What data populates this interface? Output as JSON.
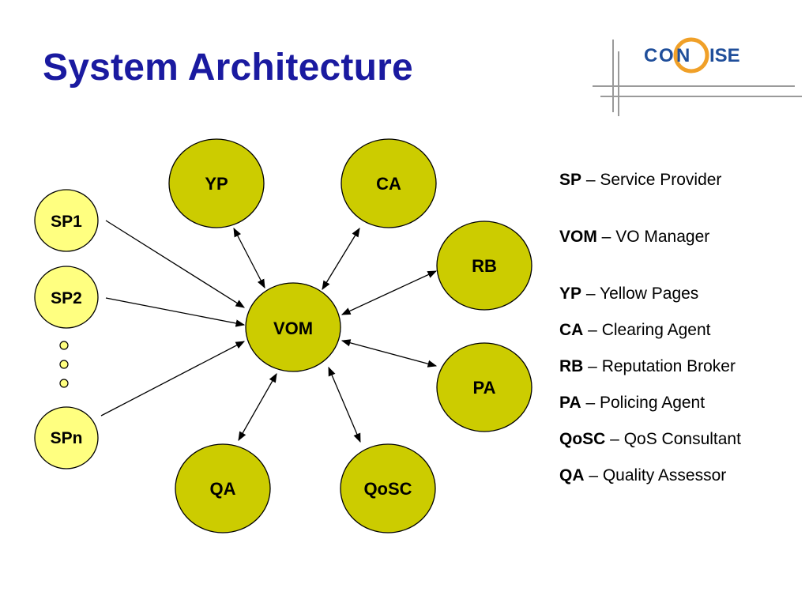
{
  "slide": {
    "title": "System Architecture"
  },
  "logo": {
    "text_left": "C",
    "text_o": "O",
    "text_n": "N",
    "text_right": "ISE",
    "colors": {
      "text": "#1f4e9a",
      "ring": "#f0a028"
    }
  },
  "nodes": {
    "sp1": "SP1",
    "sp2": "SP2",
    "spn": "SPn",
    "vom": "VOM",
    "yp": "YP",
    "ca": "CA",
    "rb": "RB",
    "pa": "PA",
    "qa": "QA",
    "qosc": "QoSC"
  },
  "colors": {
    "sp_fill": "#ffff80",
    "service_fill": "#cccc00",
    "title": "#1a1aa0",
    "edge": "#000000"
  },
  "legend": [
    {
      "abbr": "SP",
      "desc": " – Service Provider"
    },
    {
      "abbr": "VOM",
      "desc": " – VO Manager"
    },
    {
      "abbr": "YP",
      "desc": " – Yellow Pages"
    },
    {
      "abbr": "CA",
      "desc": " – Clearing Agent"
    },
    {
      "abbr": "RB",
      "desc": " – Reputation Broker"
    },
    {
      "abbr": "PA",
      "desc": " – Policing Agent"
    },
    {
      "abbr": "QoSC",
      "desc": " – QoS Consultant"
    },
    {
      "abbr": "QA",
      "desc": " – Quality Assessor"
    }
  ]
}
